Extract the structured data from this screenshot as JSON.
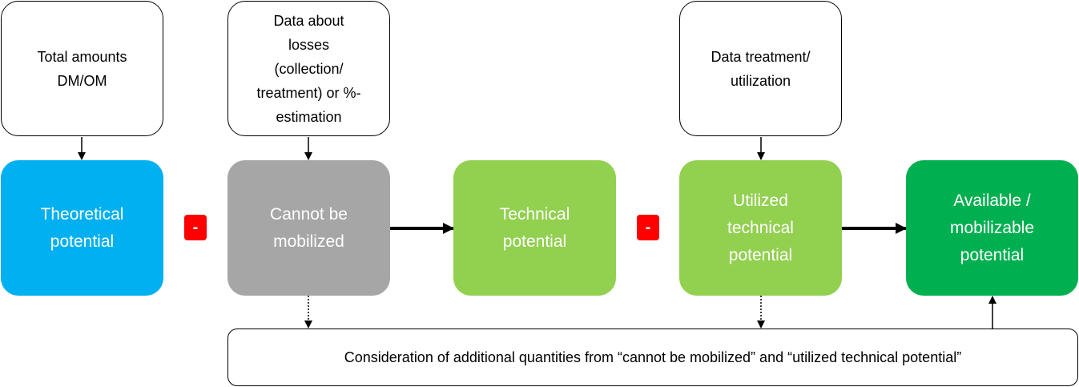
{
  "inputs": {
    "total_amounts": "Total amounts\nDM/OM",
    "losses_data": "Data about\nlosses\n(collection/\ntreatment) or %-\nestimation",
    "treatment_data": "Data treatment/\nutilization"
  },
  "stages": {
    "theoretical": "Theoretical\npotential",
    "cannot_mobilize": "Cannot be\nmobilized",
    "technical": "Technical\npotential",
    "utilized": "Utilized\ntechnical\npotential",
    "available": "Available /\nmobilizable\npotential"
  },
  "operators": {
    "minus_1": "-",
    "minus_2": "-"
  },
  "bottom_box": "Consideration of additional quantities from “cannot be mobilized” and “utilized technical potential”",
  "colors": {
    "theoretical": "#00b0f0",
    "cannot_mobilize": "#a6a6a6",
    "technical": "#92d050",
    "utilized": "#92d050",
    "available": "#00b050",
    "operator": "#ff0000"
  }
}
